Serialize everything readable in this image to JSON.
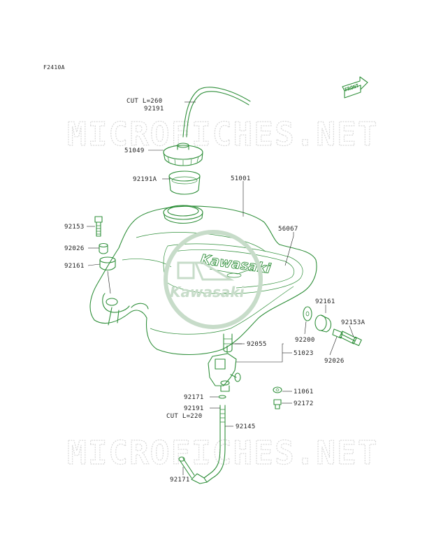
{
  "figure_code": "F2410A",
  "front_label": "FRONT",
  "watermark_text": "MICROFICHES.NET",
  "tank_brand": "Kawasaki",
  "logo_brand": "Kawasaki",
  "colors": {
    "line_art": "#2f8f3a",
    "text": "#1e1e1e",
    "watermark": "#d8d8d8"
  },
  "labels": {
    "cut_260": "CUT L=260",
    "p92191_top": "92191",
    "p51049": "51049",
    "p92191A": "92191A",
    "p51001": "51001",
    "p92153": "92153",
    "p56067": "56067",
    "p92026_left": "92026",
    "p92161_left": "92161",
    "p92161_right": "92161",
    "p92200": "92200",
    "p92153A": "92153A",
    "p92026_right": "92026",
    "p92055": "92055",
    "p51023": "51023",
    "p11061": "11061",
    "p92171_mid": "92171",
    "p92172": "92172",
    "p92191_bottom": "92191",
    "cut_220": "CUT L=220",
    "p92145": "92145",
    "p92171_bottom": "92171"
  }
}
